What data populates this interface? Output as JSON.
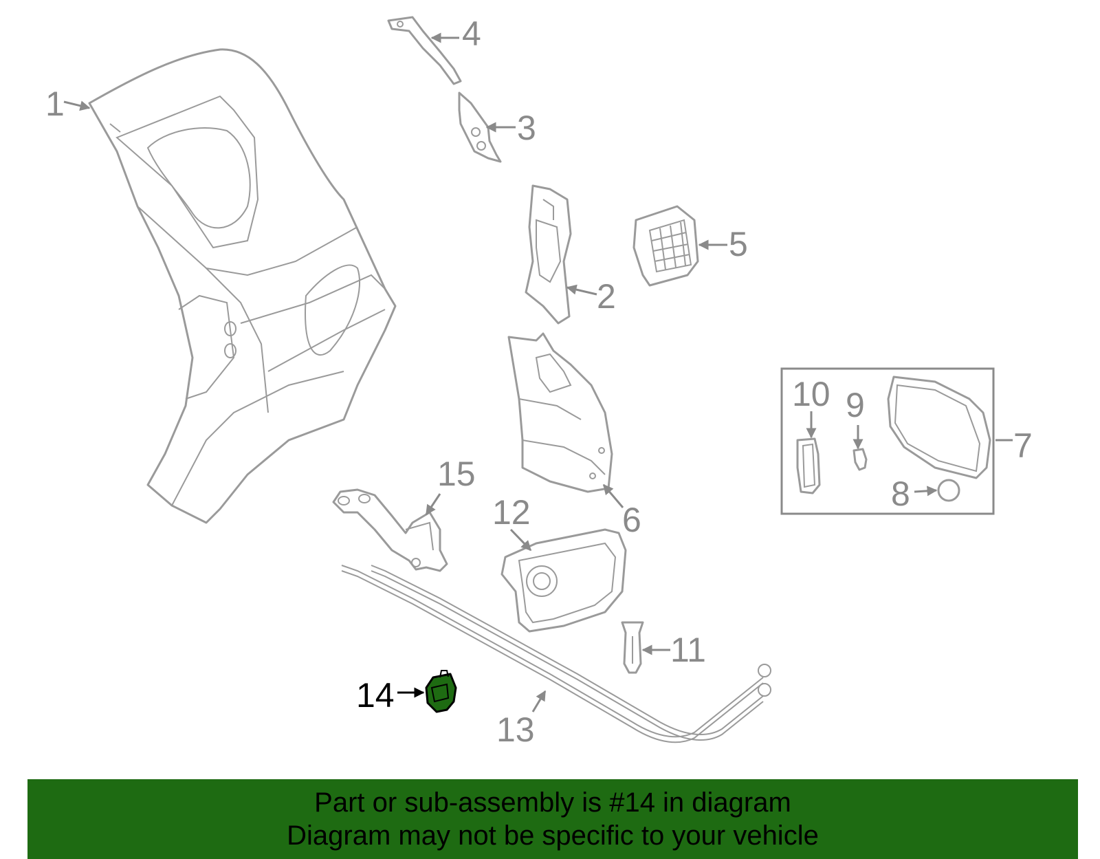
{
  "callouts": [
    "1",
    "2",
    "3",
    "4",
    "5",
    "6",
    "7",
    "8",
    "9",
    "10",
    "11",
    "12",
    "13",
    "14",
    "15"
  ],
  "highlighted_part": "14",
  "colors": {
    "highlight": "#1e6b12",
    "footer_bg": "#1e6b12",
    "parts": "#9a9a9a",
    "labels": "#8a8a8a"
  },
  "footer": {
    "line1": "Part or sub-assembly is #14 in diagram",
    "line2": "Diagram may not be specific to your vehicle"
  }
}
